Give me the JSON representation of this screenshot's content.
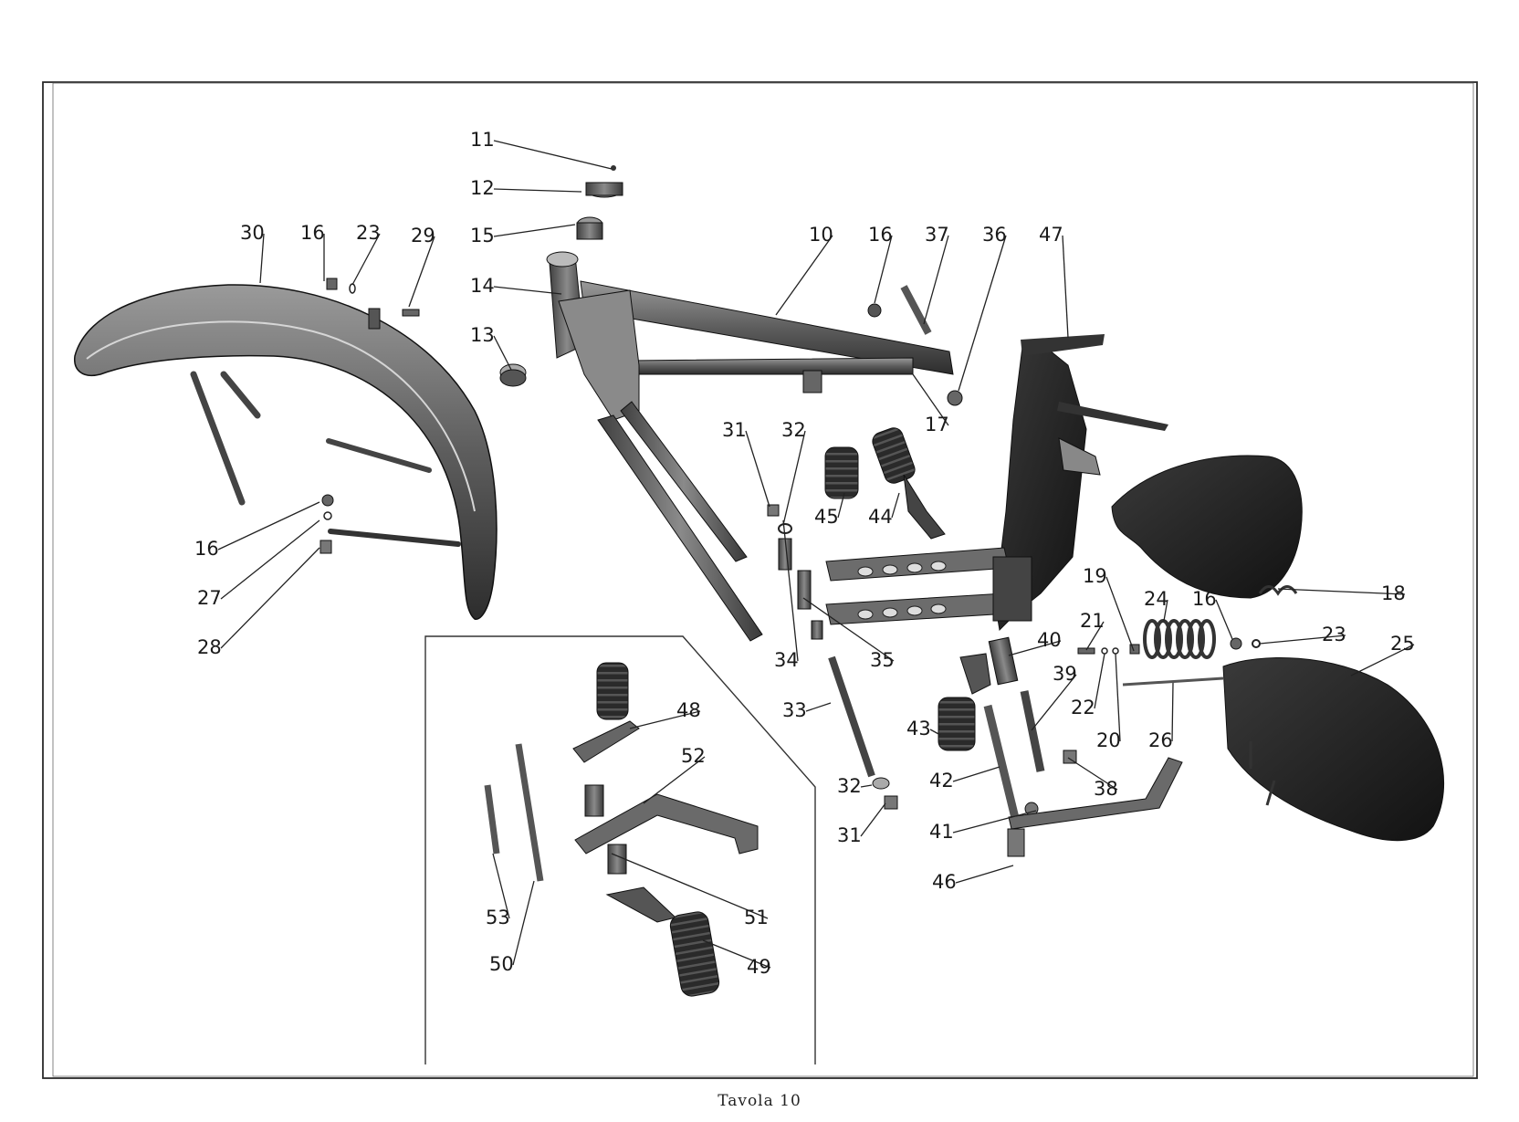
{
  "caption": "Tavola 10",
  "callouts": [
    {
      "id": "11",
      "label": "11"
    },
    {
      "id": "12",
      "label": "12"
    },
    {
      "id": "15",
      "label": "15"
    },
    {
      "id": "14",
      "label": "14"
    },
    {
      "id": "13",
      "label": "13"
    },
    {
      "id": "30",
      "label": "30"
    },
    {
      "id": "16a",
      "label": "16"
    },
    {
      "id": "23a",
      "label": "23"
    },
    {
      "id": "29",
      "label": "29"
    },
    {
      "id": "10",
      "label": "10"
    },
    {
      "id": "16b",
      "label": "16"
    },
    {
      "id": "37",
      "label": "37"
    },
    {
      "id": "36",
      "label": "36"
    },
    {
      "id": "47",
      "label": "47"
    },
    {
      "id": "17",
      "label": "17"
    },
    {
      "id": "31a",
      "label": "31"
    },
    {
      "id": "32a",
      "label": "32"
    },
    {
      "id": "45",
      "label": "45"
    },
    {
      "id": "44",
      "label": "44"
    },
    {
      "id": "16c",
      "label": "16"
    },
    {
      "id": "27",
      "label": "27"
    },
    {
      "id": "28",
      "label": "28"
    },
    {
      "id": "34",
      "label": "34"
    },
    {
      "id": "35",
      "label": "35"
    },
    {
      "id": "33",
      "label": "33"
    },
    {
      "id": "32b",
      "label": "32"
    },
    {
      "id": "31b",
      "label": "31"
    },
    {
      "id": "18",
      "label": "18"
    },
    {
      "id": "19",
      "label": "19"
    },
    {
      "id": "24",
      "label": "24"
    },
    {
      "id": "16d",
      "label": "16"
    },
    {
      "id": "23b",
      "label": "23"
    },
    {
      "id": "25",
      "label": "25"
    },
    {
      "id": "21",
      "label": "21"
    },
    {
      "id": "22",
      "label": "22"
    },
    {
      "id": "20",
      "label": "20"
    },
    {
      "id": "26",
      "label": "26"
    },
    {
      "id": "40",
      "label": "40"
    },
    {
      "id": "39",
      "label": "39"
    },
    {
      "id": "43",
      "label": "43"
    },
    {
      "id": "42",
      "label": "42"
    },
    {
      "id": "41",
      "label": "41"
    },
    {
      "id": "38",
      "label": "38"
    },
    {
      "id": "46",
      "label": "46"
    },
    {
      "id": "48",
      "label": "48"
    },
    {
      "id": "52",
      "label": "52"
    },
    {
      "id": "51",
      "label": "51"
    },
    {
      "id": "49",
      "label": "49"
    },
    {
      "id": "53",
      "label": "53"
    },
    {
      "id": "50",
      "label": "50"
    }
  ]
}
